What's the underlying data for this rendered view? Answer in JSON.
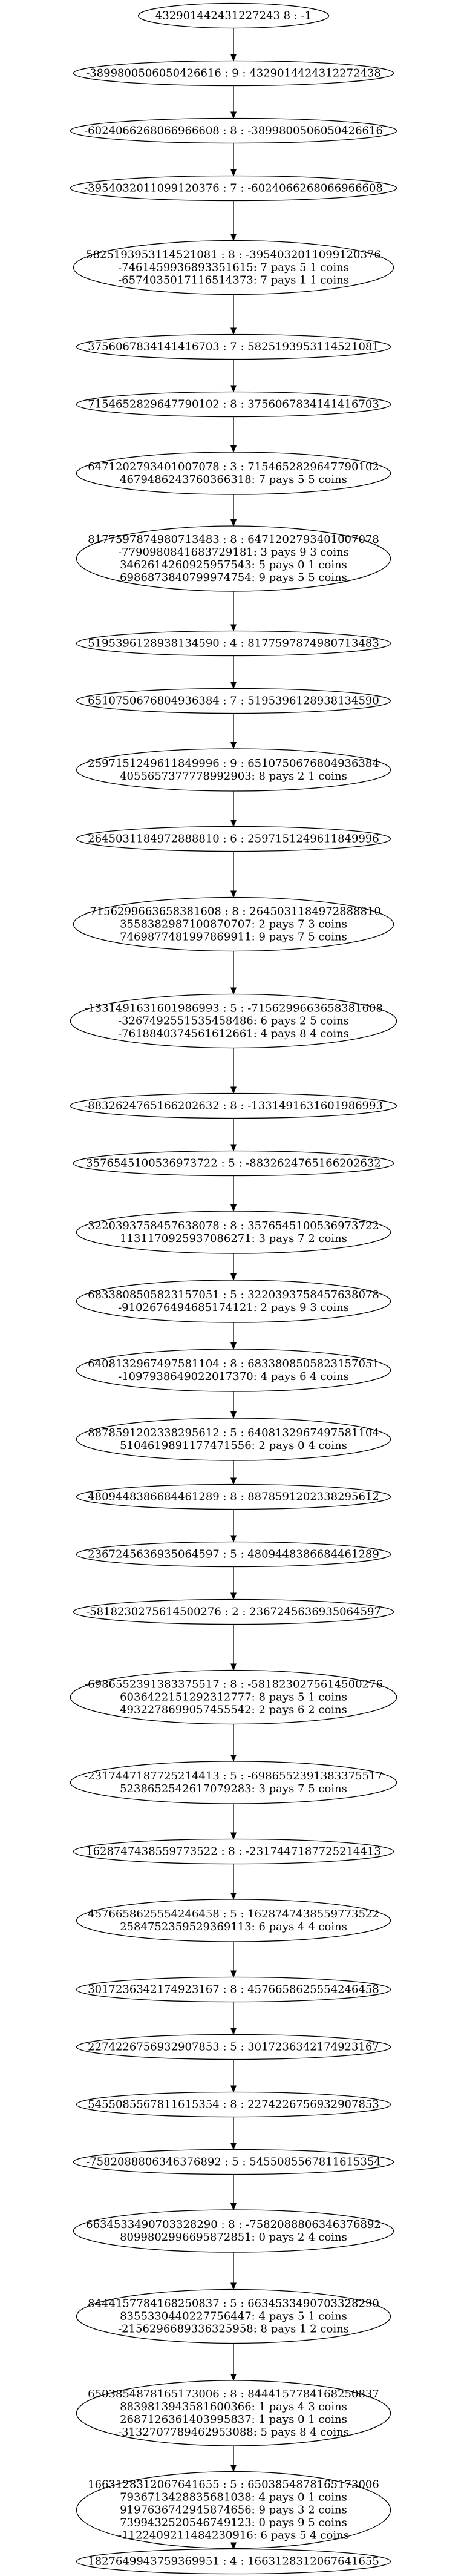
{
  "graph": {
    "nodes": [
      {
        "id": "n0",
        "lines": [
          "432901442431227243 8 : -1"
        ]
      },
      {
        "id": "n1",
        "lines": [
          "-3899800506050426616 : 9 : 4329014424312272438"
        ]
      },
      {
        "id": "n2",
        "lines": [
          "-6024066268066966608 : 8 : -3899800506050426616"
        ]
      },
      {
        "id": "n3",
        "lines": [
          "-3954032011099120376 : 7 : -6024066268066966608"
        ]
      },
      {
        "id": "n4",
        "lines": [
          "5825193953114521081 : 8 : -3954032011099120376",
          "-7461459936893351615: 7 pays 5 1 coins",
          "-6574035017116514373: 7 pays 1 1 coins"
        ]
      },
      {
        "id": "n5",
        "lines": [
          "3756067834141416703 : 7 : 5825193953114521081"
        ]
      },
      {
        "id": "n6",
        "lines": [
          "7154652829647790102 : 8 : 3756067834141416703"
        ]
      },
      {
        "id": "n7",
        "lines": [
          "6471202793401007078 : 3 : 7154652829647790102",
          "4679486243760366318: 7 pays 5 5 coins"
        ]
      },
      {
        "id": "n8",
        "lines": [
          "8177597874980713483 : 8 : 6471202793401007078",
          "-7790980841683729181: 3 pays 9 3 coins",
          "3462614260925957543: 5 pays 0 1 coins",
          "6986873840799974754: 9 pays 5 5 coins"
        ]
      },
      {
        "id": "n9",
        "lines": [
          "5195396128938134590 : 4 : 8177597874980713483"
        ]
      },
      {
        "id": "n10",
        "lines": [
          "6510750676804936384 : 7 : 5195396128938134590"
        ]
      },
      {
        "id": "n11",
        "lines": [
          "2597151249611849996 : 9 : 6510750676804936384",
          "4055657377778992903: 8 pays 2 1 coins"
        ]
      },
      {
        "id": "n12",
        "lines": [
          "2645031184972888810 : 6 : 2597151249611849996"
        ]
      },
      {
        "id": "n13",
        "lines": [
          "-7156299663658381608 : 8 : 2645031184972888810",
          "3558382987100870707: 2 pays 7 3 coins",
          "7469877481997869911: 9 pays 7 5 coins"
        ]
      },
      {
        "id": "n14",
        "lines": [
          "-1331491631601986993 : 5 : -7156299663658381608",
          "-3267492551535458486: 6 pays 2 5 coins",
          "-7618840374561612661: 4 pays 8 4 coins"
        ]
      },
      {
        "id": "n15",
        "lines": [
          "-8832624765166202632 : 8 : -1331491631601986993"
        ]
      },
      {
        "id": "n16",
        "lines": [
          "3576545100536973722 : 5 : -8832624765166202632"
        ]
      },
      {
        "id": "n17",
        "lines": [
          "3220393758457638078 : 8 : 3576545100536973722",
          "1131170925937086271: 3 pays 7 2 coins"
        ]
      },
      {
        "id": "n18",
        "lines": [
          "6833808505823157051 : 5 : 3220393758457638078",
          "-9102676494685174121: 2 pays 9 3 coins"
        ]
      },
      {
        "id": "n19",
        "lines": [
          "6408132967497581104 : 8 : 6833808505823157051",
          "-1097938649022017370: 4 pays 6 4 coins"
        ]
      },
      {
        "id": "n20",
        "lines": [
          "8878591202338295612 : 5 : 6408132967497581104",
          "5104619891177471556: 2 pays 0 4 coins"
        ]
      },
      {
        "id": "n21",
        "lines": [
          "4809448386684461289 : 8 : 8878591202338295612"
        ]
      },
      {
        "id": "n22",
        "lines": [
          "2367245636935064597 : 5 : 4809448386684461289"
        ]
      },
      {
        "id": "n23",
        "lines": [
          "-5818230275614500276 : 2 : 2367245636935064597"
        ]
      },
      {
        "id": "n24",
        "lines": [
          "-6986552391383375517 : 8 : -5818230275614500276",
          "6036422151292312777: 8 pays 5 1 coins",
          "4932278699057455542: 2 pays 6 2 coins"
        ]
      },
      {
        "id": "n25",
        "lines": [
          "-2317447187725214413 : 5 : -6986552391383375517",
          "5238652542617079283: 3 pays 7 5 coins"
        ]
      },
      {
        "id": "n26",
        "lines": [
          "1628747438559773522 : 8 : -2317447187725214413"
        ]
      },
      {
        "id": "n27",
        "lines": [
          "4576658625554246458 : 5 : 1628747438559773522",
          "2584752359529369113: 6 pays 4 4 coins"
        ]
      },
      {
        "id": "n28",
        "lines": [
          "3017236342174923167 : 8 : 4576658625554246458"
        ]
      },
      {
        "id": "n29",
        "lines": [
          "2274226756932907853 : 5 : 3017236342174923167"
        ]
      },
      {
        "id": "n30",
        "lines": [
          "5455085567811615354 : 8 : 2274226756932907853"
        ]
      },
      {
        "id": "n31",
        "lines": [
          "-7582088806346376892 : 5 : 5455085567811615354"
        ]
      },
      {
        "id": "n32",
        "lines": [
          "6634533490703328290 : 8 : -7582088806346376892",
          "8099802996695872851: 0 pays 2 4 coins"
        ]
      },
      {
        "id": "n33",
        "lines": [
          "8444157784168250837 : 5 : 6634533490703328290",
          "8355330440227756447: 4 pays 5 1 coins",
          "-2156296689336325958: 8 pays 1 2 coins"
        ]
      },
      {
        "id": "n34",
        "lines": [
          "6503854878165173006 : 8 : 8444157784168250837",
          "8839813943581600366: 1 pays 4 3 coins",
          "2687126361403995837: 1 pays 0 1 coins",
          "-3132707789462953088: 5 pays 8 4 coins"
        ]
      },
      {
        "id": "n35",
        "lines": [
          "1663128312067641655 : 5 : 6503854878165173006",
          "7936713428835681038: 4 pays 0 1 coins",
          "9197636742945874656: 9 pays 3 2 coins",
          "7399432520546749123: 0 pays 9 5 coins",
          "-1122409211484230916: 6 pays 5 4 coins"
        ]
      },
      {
        "id": "n36",
        "lines": [
          "1827649943759369951 : 4 : 1663128312067641655"
        ]
      }
    ]
  }
}
